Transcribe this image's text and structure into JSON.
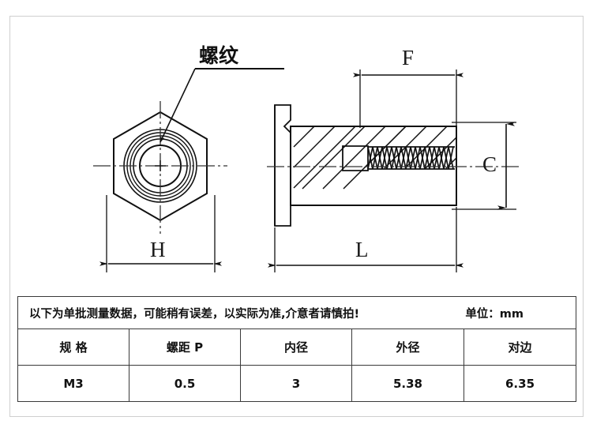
{
  "drawing": {
    "title_labels": {
      "thread_callout": "螺纹",
      "dim_across_flats": "H",
      "dim_thread_depth": "F",
      "dim_outer_diameter": "C",
      "dim_length": "L"
    },
    "line_color": "#111111",
    "center_line_color": "#333333"
  },
  "table": {
    "note": "以下为单批测量数据，可能稍有误差，以实际为准,介意者请慎拍!",
    "unit": "单位：mm",
    "headers": [
      "规 格",
      "螺距 P",
      "内径",
      "外径",
      "对边"
    ],
    "rows": [
      [
        "M3",
        "0.5",
        "3",
        "5.38",
        "6.35"
      ]
    ]
  }
}
